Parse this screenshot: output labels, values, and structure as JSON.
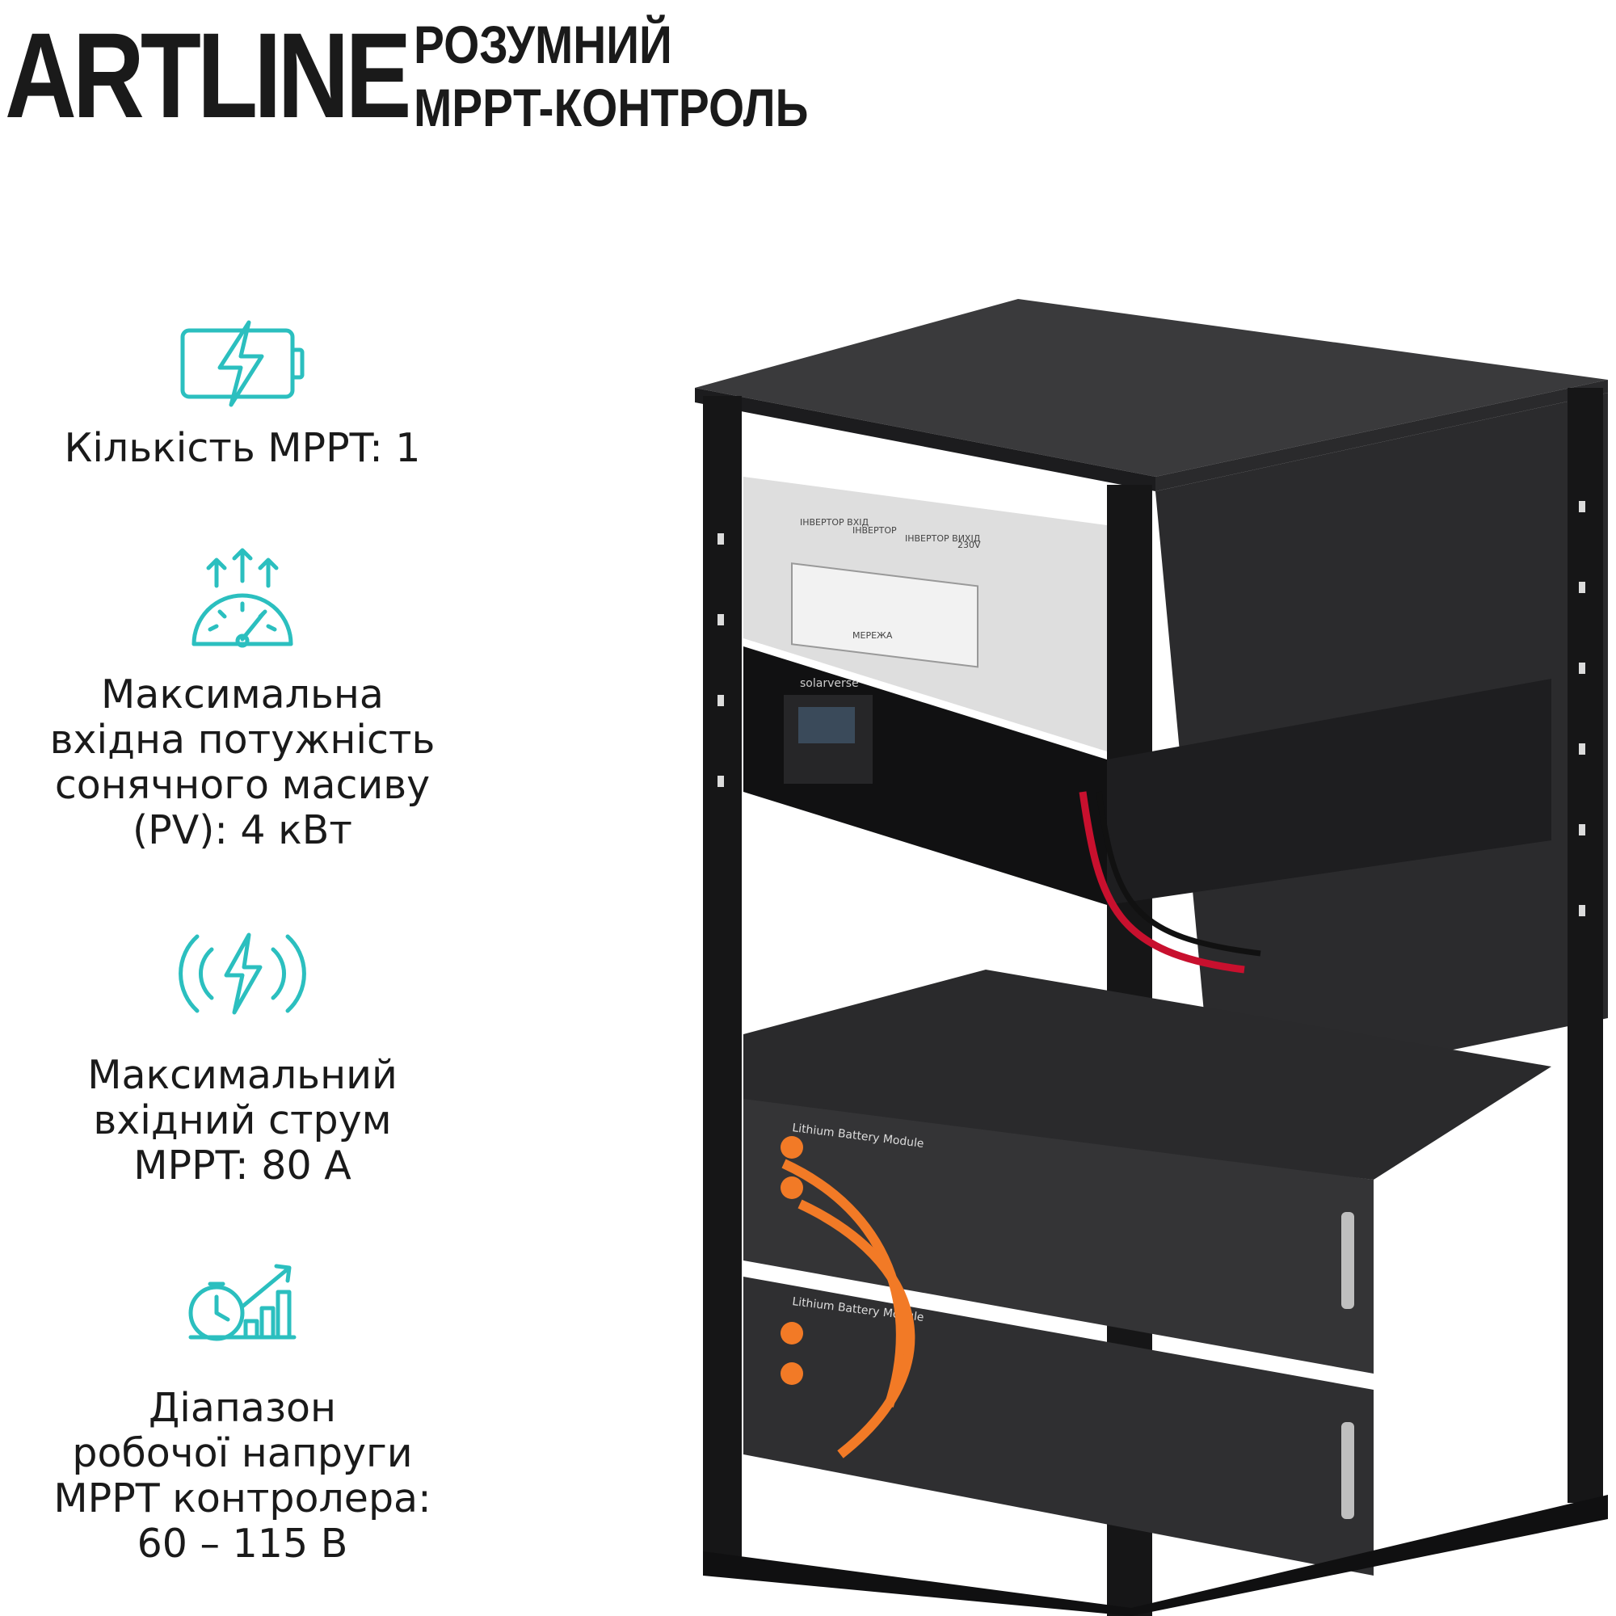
{
  "brand": {
    "logo_text": "ARTLINE",
    "tagline_lines": [
      "РОЗУМНИЙ",
      "MPPT-КОНТРОЛЬ"
    ]
  },
  "colors": {
    "accent": "#2bbfbf",
    "text": "#1a1a1a"
  },
  "features": [
    {
      "icon": "battery-charge-icon",
      "lines": [
        "Кількість MPPT: 1"
      ]
    },
    {
      "icon": "power-gauge-icon",
      "lines": [
        "Максимальна",
        "вхідна потужність",
        "сонячного масиву",
        "(PV): 4 кВт"
      ]
    },
    {
      "icon": "wireless-charge-icon",
      "lines": [
        "Максимальний",
        "вхідний струм",
        "MPPT: 80 А"
      ]
    },
    {
      "icon": "timer-chart-icon",
      "lines": [
        "Діапазон",
        "робочої напруги",
        "MPPT контролера:",
        "60 – 115 В"
      ]
    }
  ],
  "product_image": {
    "top_panel_labels": [
      "ІНВЕРТОР ВХІД",
      "ІНВЕРТОР",
      "ІНВЕРТОР ВИХІД",
      "230V",
      "МЕРЕЖА"
    ],
    "inverter_brand": "solarverse",
    "battery_label": "Lithium Battery Module"
  }
}
